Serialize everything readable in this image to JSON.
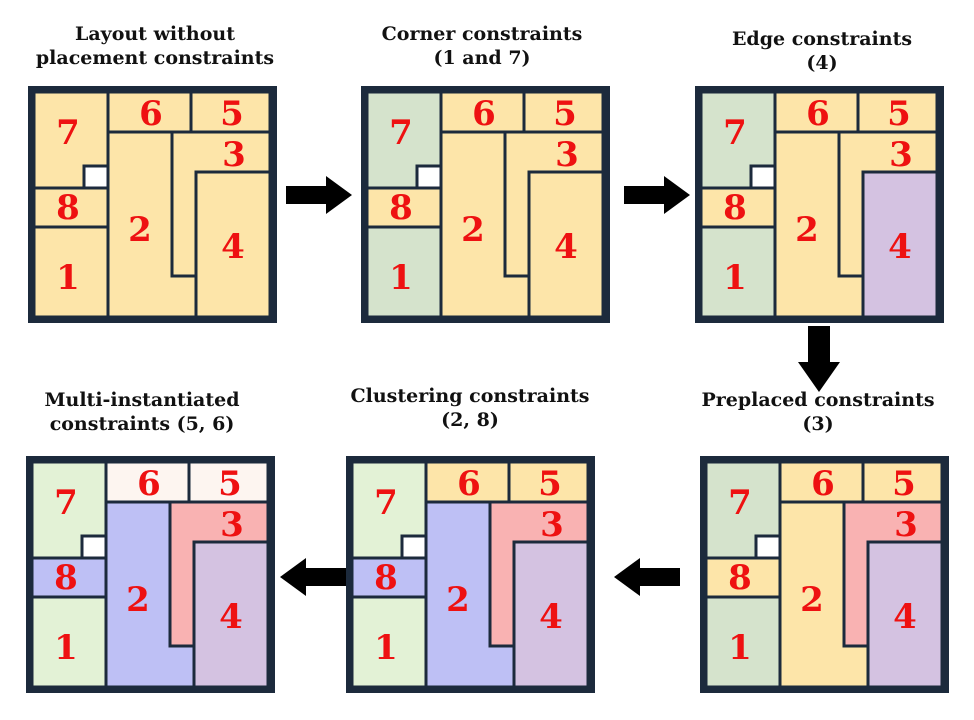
{
  "colors": {
    "default": "#fde5a9",
    "corner": "#d5e3cc",
    "edge": "#d4c2e1",
    "cluster": "#bec0f5",
    "preplaced": "#f9b2b2",
    "corner_light": "#e3f2d6",
    "multi": "#fdf5f0",
    "number": "#ee1111",
    "border": "#1c2a3c"
  },
  "panels": [
    {
      "id": "no-constraints",
      "title": [
        "Layout without",
        "placement constraints"
      ],
      "fills": {
        "1": "default",
        "2": "default",
        "3": "default",
        "4": "default",
        "5": "default",
        "6": "default",
        "7": "default",
        "8": "default"
      }
    },
    {
      "id": "corner",
      "title": [
        "Corner constraints",
        "(1 and 7)"
      ],
      "fills": {
        "1": "corner",
        "2": "default",
        "3": "default",
        "4": "default",
        "5": "default",
        "6": "default",
        "7": "corner",
        "8": "default"
      }
    },
    {
      "id": "edge",
      "title": [
        "Edge constraints",
        "(4)"
      ],
      "fills": {
        "1": "corner",
        "2": "default",
        "3": "default",
        "4": "edge",
        "5": "default",
        "6": "default",
        "7": "corner",
        "8": "default"
      }
    },
    {
      "id": "preplaced",
      "title": [
        "Preplaced constraints",
        "(3)"
      ],
      "fills": {
        "1": "corner",
        "2": "default",
        "3": "preplaced",
        "4": "edge",
        "5": "default",
        "6": "default",
        "7": "corner",
        "8": "default"
      }
    },
    {
      "id": "clustering",
      "title": [
        "Clustering constraints",
        "(2, 8)"
      ],
      "fills": {
        "1": "corner_light",
        "2": "cluster",
        "3": "preplaced",
        "4": "edge",
        "5": "default",
        "6": "default",
        "7": "corner_light",
        "8": "cluster"
      }
    },
    {
      "id": "multi",
      "title": [
        "Multi-instantiated",
        "constraints (5, 6)"
      ],
      "fills": {
        "1": "corner_light",
        "2": "cluster",
        "3": "preplaced",
        "4": "edge",
        "5": "multi",
        "6": "multi",
        "7": "corner_light",
        "8": "cluster"
      }
    }
  ],
  "block_labels": [
    "1",
    "2",
    "3",
    "4",
    "5",
    "6",
    "7",
    "8"
  ]
}
